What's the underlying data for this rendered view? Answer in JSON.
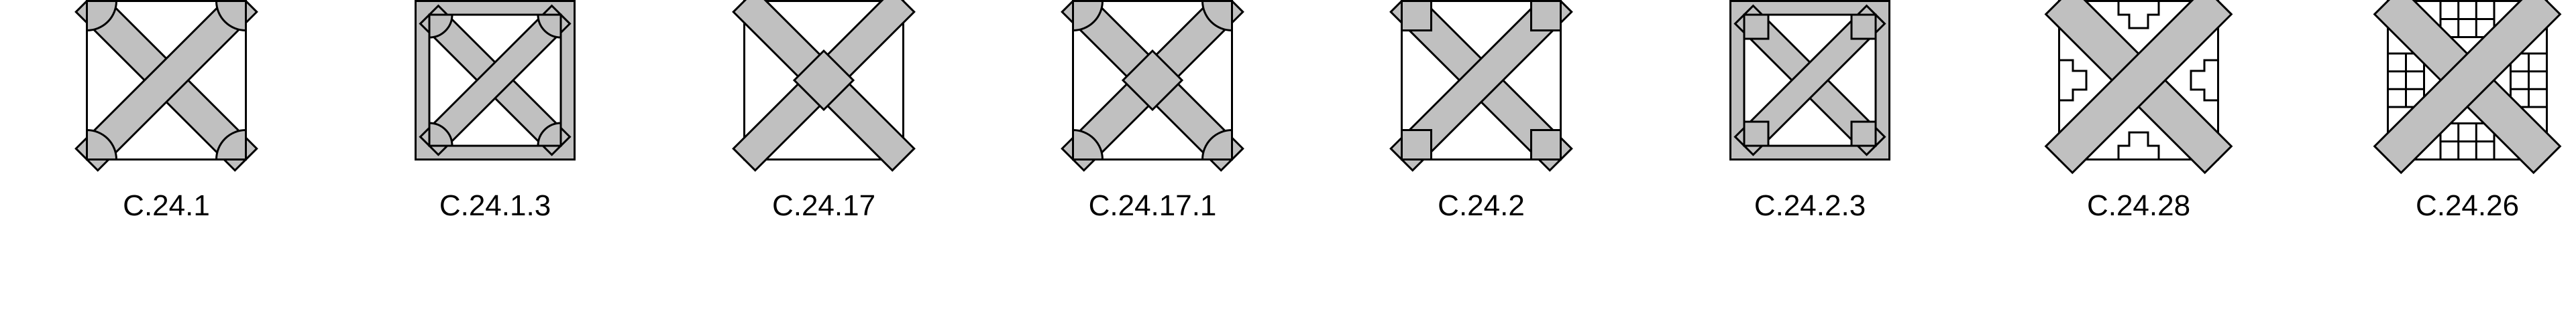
{
  "colors": {
    "stroke": "#000000",
    "fill_grey": "#c0c0c0",
    "background": "#ffffff"
  },
  "patterns": [
    {
      "code": "C.24.1",
      "icon": "cross-quarter-circle-corners-icon"
    },
    {
      "code": "C.24.1.3",
      "icon": "framed-cross-quarter-circle-corners-icon"
    },
    {
      "code": "C.24.17",
      "icon": "cross-centre-diamond-icon"
    },
    {
      "code": "C.24.17.1",
      "icon": "cross-centre-diamond-quarter-circle-corners-icon"
    },
    {
      "code": "C.24.2",
      "icon": "cross-square-corners-icon"
    },
    {
      "code": "C.24.2.3",
      "icon": "framed-cross-square-corners-icon"
    },
    {
      "code": "C.24.28",
      "icon": "cross-stepped-edge-blocks-icon"
    },
    {
      "code": "C.24.26",
      "icon": "cross-grid-edge-blocks-icon"
    }
  ]
}
